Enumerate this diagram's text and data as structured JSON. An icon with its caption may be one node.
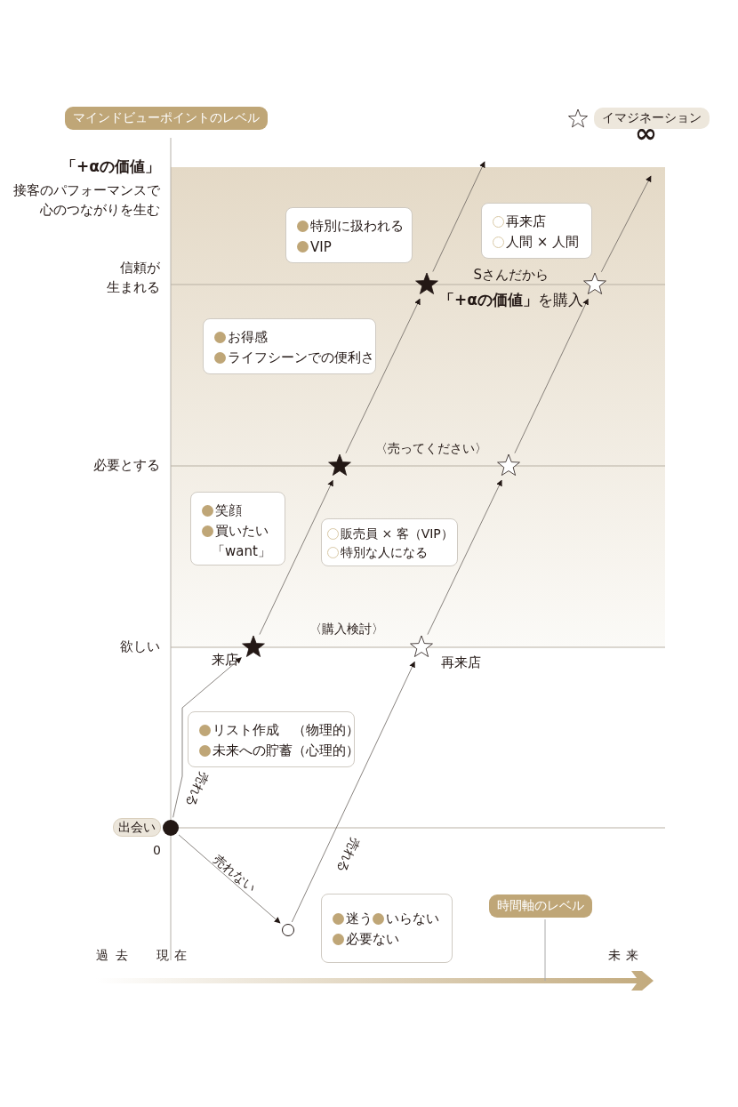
{
  "diagram": {
    "nodes": [
      {
        "text": [],
        "shape": "circle",
        "beside": [
          "出会い"
        ]
      },
      {
        "text": [],
        "shape": "star",
        "beside": [
          "来店"
        ]
      },
      {
        "text": [],
        "shape": "star"
      },
      {
        "text": [],
        "shape": "star"
      },
      {
        "text": [],
        "shape": "circle"
      },
      {
        "text": [],
        "shape": "star",
        "beside": [
          "再来店"
        ]
      },
      {
        "text": [],
        "shape": "star"
      },
      {
        "text": [],
        "shape": "star"
      },
      {
        "text": [
          "リスト作成　（物理的）",
          "未来への貯蓄（心理的）"
        ]
      },
      {
        "text": [
          "笑顔",
          "買いたい",
          "「want」"
        ]
      },
      {
        "text": [
          "お得感",
          "ライフシーンでの便利さ"
        ]
      },
      {
        "text": [
          "特別に扱われる",
          "VIP"
        ]
      },
      {
        "text": [
          "販売員 × 客（VIP）",
          "特別な人になる"
        ]
      },
      {
        "text": [
          "再来店",
          "人間 × 人間"
        ]
      },
      {
        "text": [
          "迷う",
          "いらない",
          "必要ない"
        ]
      }
    ],
    "edges": [
      {
        "from": 0,
        "to": 1,
        "arrow": "to",
        "label": "売れる"
      },
      {
        "from": 1,
        "to": 2,
        "arrow": "to"
      },
      {
        "from": 2,
        "to": 3,
        "arrow": "to"
      },
      {
        "from": 3,
        "to": null,
        "arrow": "to"
      },
      {
        "from": 0,
        "to": 4,
        "arrow": "to",
        "label": "売れない"
      },
      {
        "from": 4,
        "to": 5,
        "arrow": "to",
        "label": "売れる"
      },
      {
        "from": 5,
        "to": 6,
        "arrow": "to"
      },
      {
        "from": 6,
        "to": 7,
        "arrow": "to"
      },
      {
        "from": 7,
        "to": null,
        "arrow": "to"
      }
    ],
    "labels": [
      "マインドビューポイントのレベル",
      "∞",
      "「+αの価値」",
      "接客のパフォーマンスで心のつながりを生む",
      "信頼が生まれる",
      "必要とする",
      "欲しい",
      "0",
      "Sさんだから",
      "**「+αの価値」**を購入",
      "〈売ってください〉",
      "〈購入検討〉",
      "過去",
      "現在",
      "時間軸のレベル",
      "未来"
    ],
    "legend": [
      {
        "text": "イマジネーション"
      }
    ]
  }
}
